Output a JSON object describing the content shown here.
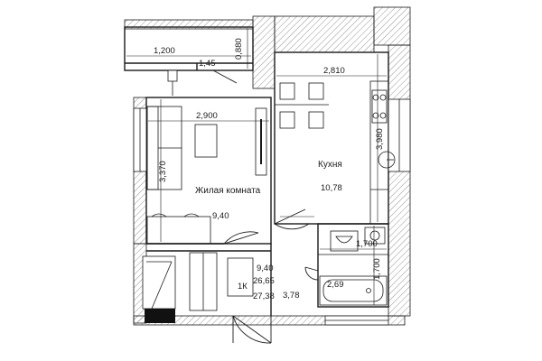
{
  "rooms": {
    "living": {
      "label": "Жилая комната",
      "area": "9,40"
    },
    "kitchen": {
      "label": "Кухня",
      "area": "10,78"
    },
    "hall": {
      "area": "3,78"
    },
    "bath": {
      "area": "2,69"
    }
  },
  "dimensions": {
    "balcony_width": "1,200",
    "balcony_depth": "0,880",
    "balcony_area": "1,45",
    "kitchen_width": "2,810",
    "kitchen_depth": "3,980",
    "living_width": "2,900",
    "living_depth": "3,370",
    "bath_width": "1,700",
    "bath_depth": "1,700"
  },
  "summary": {
    "type": "1К",
    "living_area": "9,40",
    "total_area": "26,65",
    "total_with_balcony": "27,38"
  },
  "colors": {
    "line": "#1a1a1a",
    "hatch": "#777777",
    "fill": "#ffffff"
  }
}
